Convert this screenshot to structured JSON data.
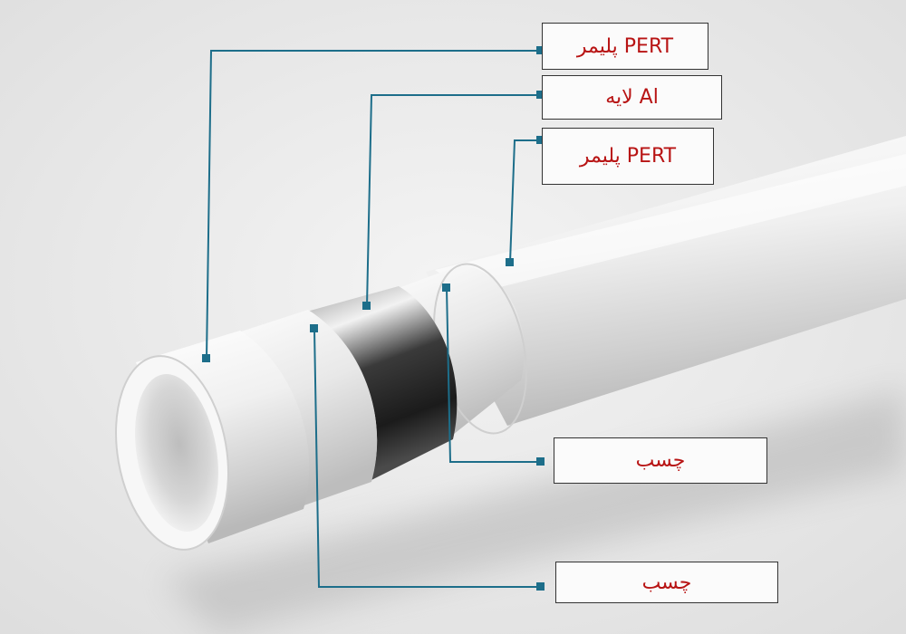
{
  "labels": [
    {
      "id": "pert-outer",
      "text": "پلیمر PERT"
    },
    {
      "id": "al-layer",
      "text": "لایه Al"
    },
    {
      "id": "pert-inner",
      "text": "پلیمر PERT"
    },
    {
      "id": "adhesive-1",
      "text": "چسب"
    },
    {
      "id": "adhesive-2",
      "text": "چسب"
    }
  ],
  "colors": {
    "leader": "#1d6e8a",
    "label_text": "#b81414",
    "label_border": "#333333",
    "background": "#e9e9e9"
  }
}
